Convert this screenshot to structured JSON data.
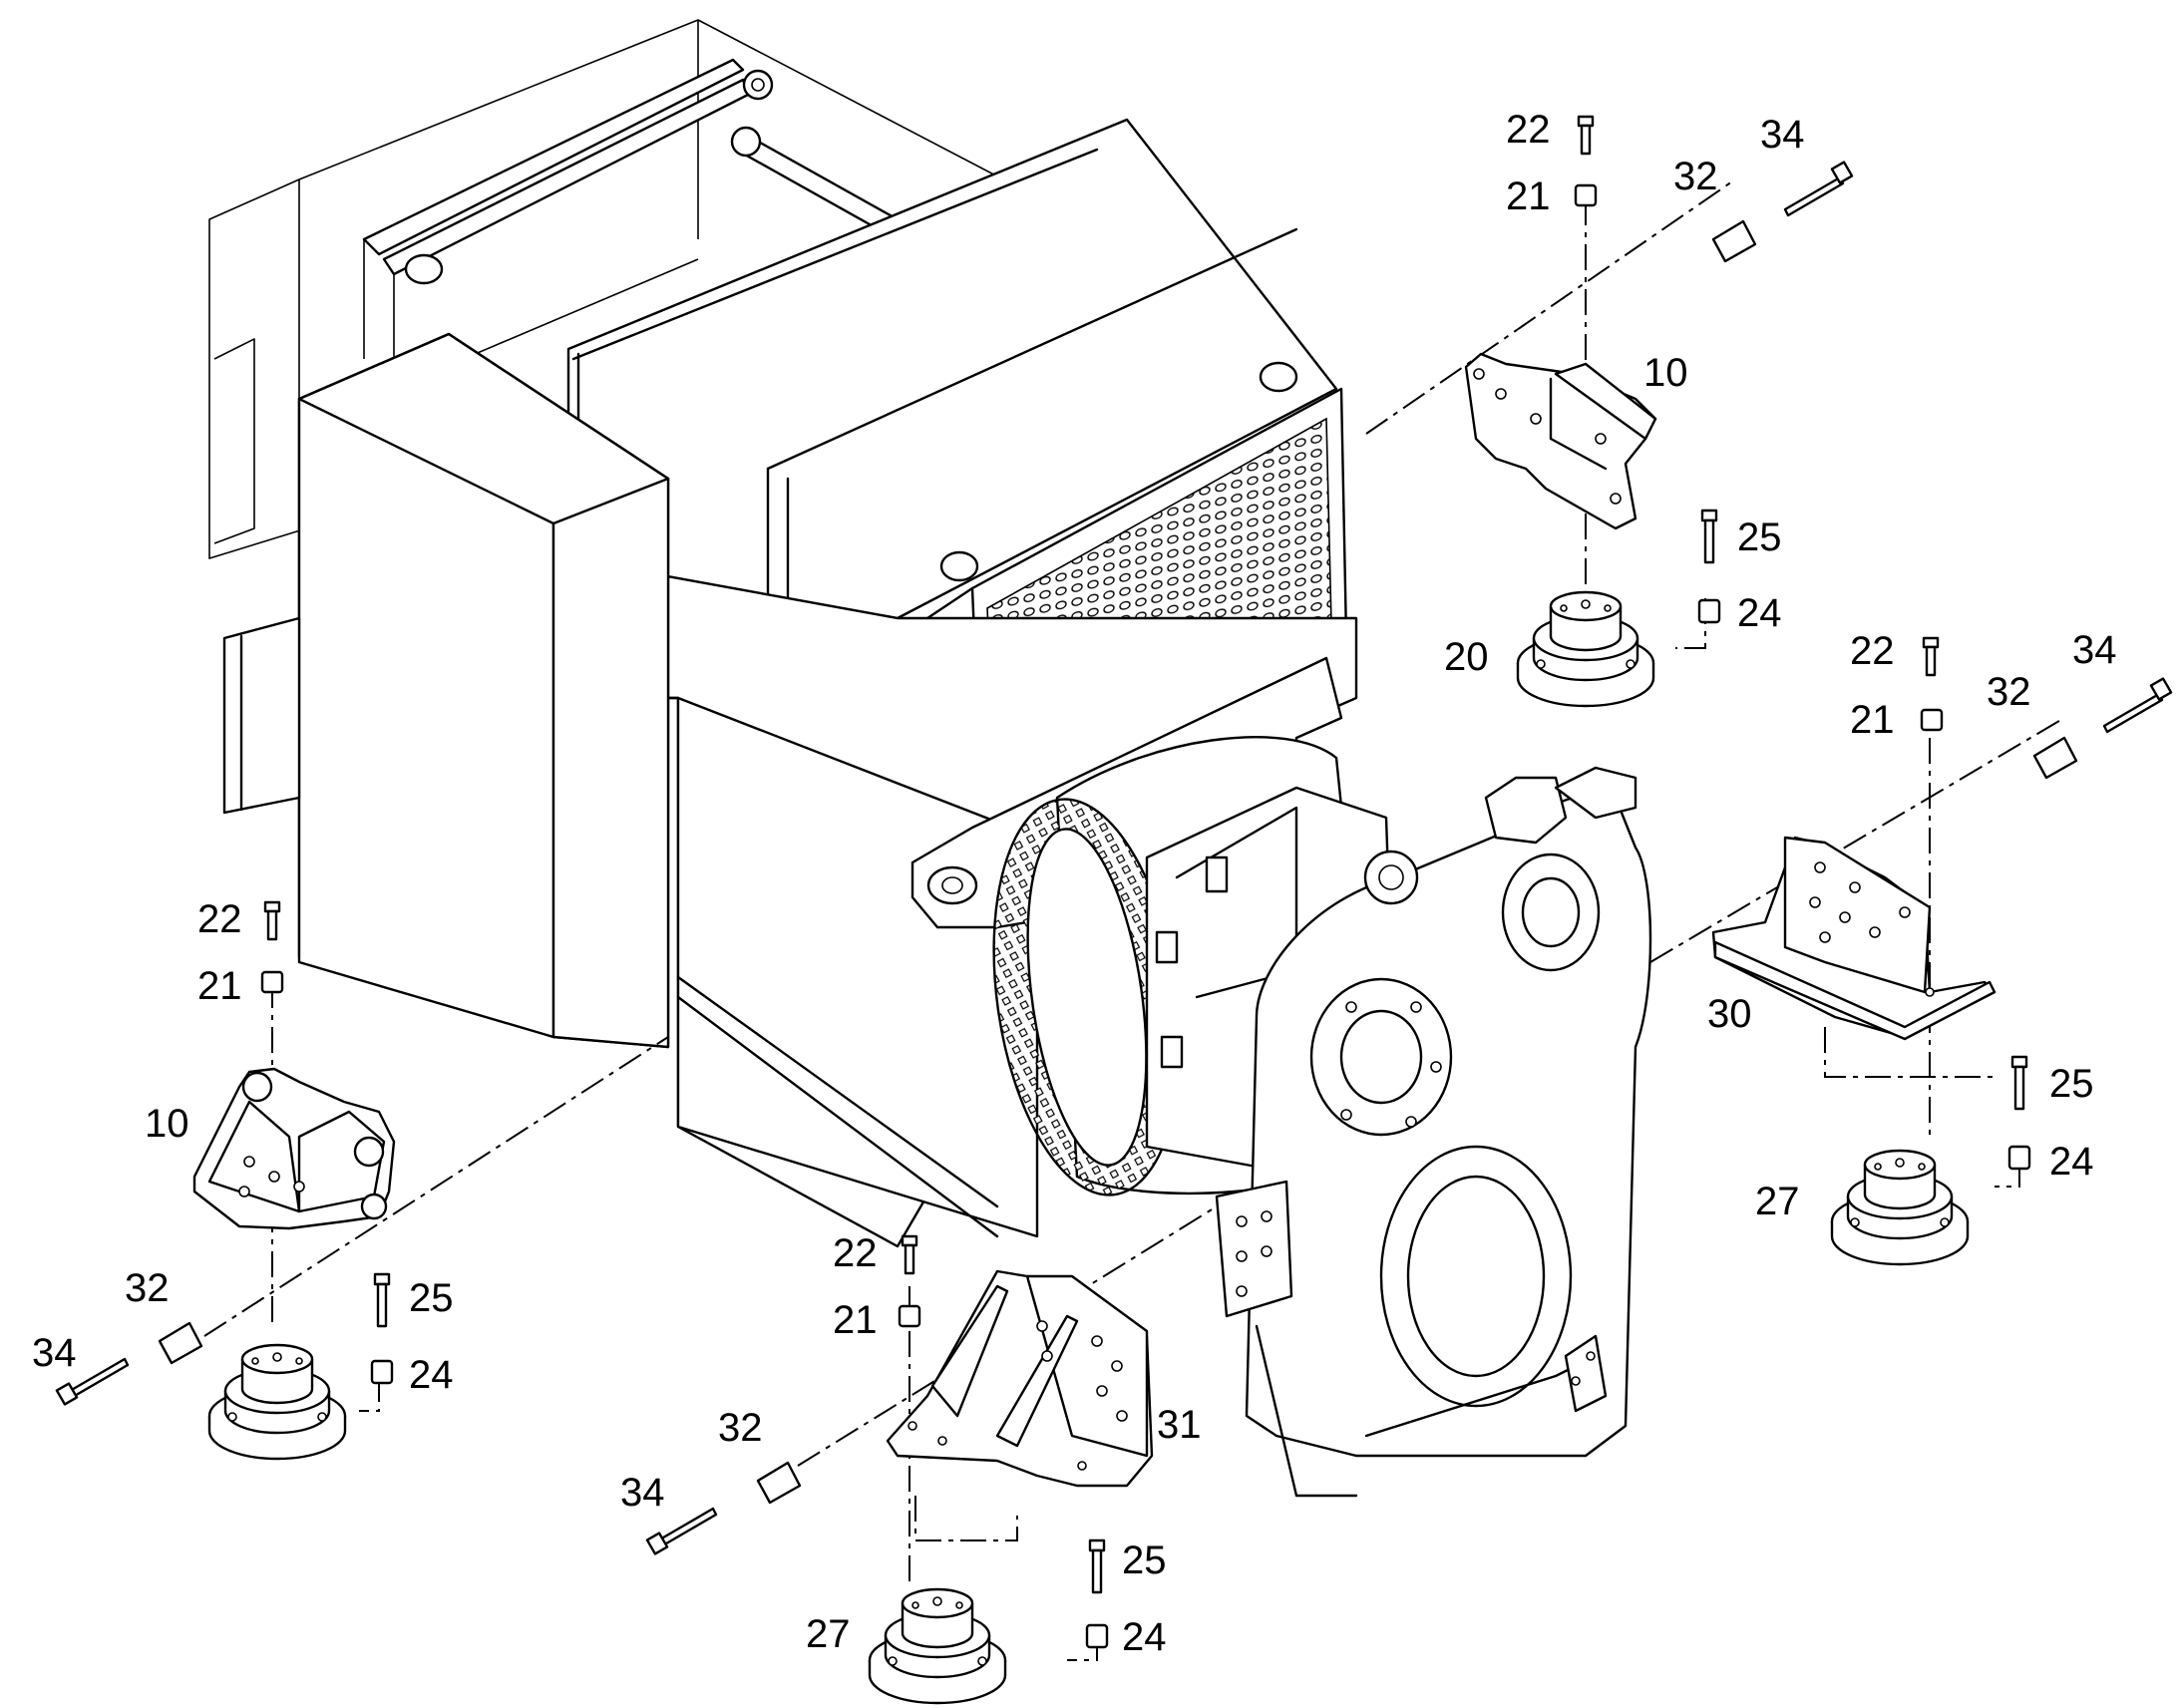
{
  "labels": {
    "l_22_a": "22",
    "l_21_a": "21",
    "l_32_a": "32",
    "l_34_a": "34",
    "l_10_a": "10",
    "l_25_a": "25",
    "l_24_a": "24",
    "l_20": "20",
    "l_22_b": "22",
    "l_21_b": "21",
    "l_32_b": "32",
    "l_34_b": "34",
    "l_30": "30",
    "l_25_b": "25",
    "l_24_b": "24",
    "l_27_b": "27",
    "l_22_c": "22",
    "l_21_c": "21",
    "l_10_c": "10",
    "l_32_c": "32",
    "l_34_c": "34",
    "l_25_c": "25",
    "l_24_c": "24",
    "l_22_d": "22",
    "l_21_d": "21",
    "l_32_d": "32",
    "l_34_d": "34",
    "l_31": "31",
    "l_25_d": "25",
    "l_24_d": "24",
    "l_27_d": "27"
  }
}
